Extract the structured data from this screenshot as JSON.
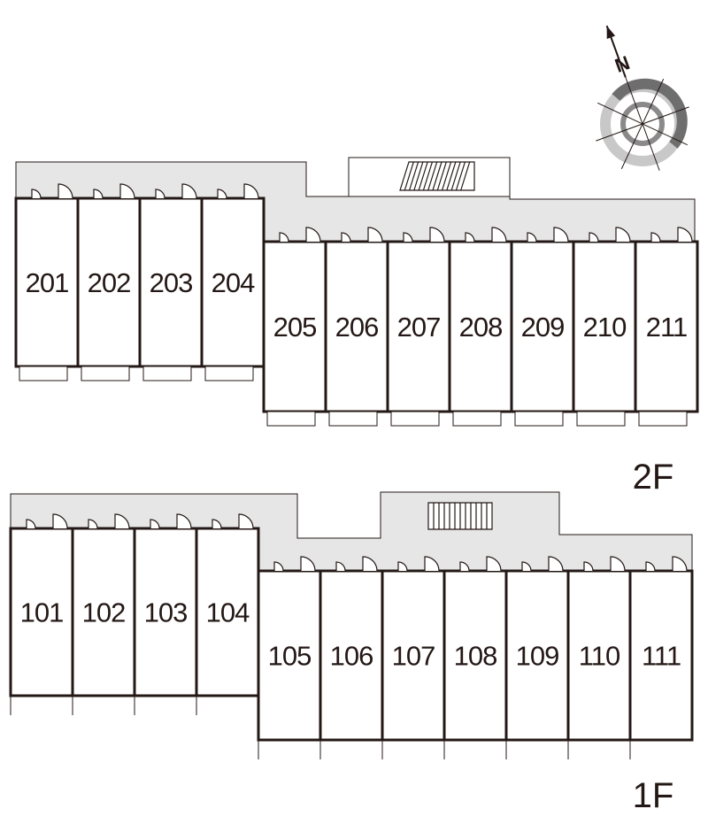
{
  "colors": {
    "wall": "#231815",
    "corridor": "#e6e6e6",
    "background": "#ffffff",
    "compass_outer_dark": "#6e6e6e",
    "compass_outer_light": "#c8c8c8",
    "compass_inner": "#8a8a8a"
  },
  "compass": {
    "label": "N",
    "icon": "north-arrow-icon"
  },
  "floors": [
    {
      "label": "2F",
      "units": [
        "201",
        "202",
        "203",
        "204",
        "205",
        "206",
        "207",
        "208",
        "209",
        "210",
        "211"
      ]
    },
    {
      "label": "1F",
      "units": [
        "101",
        "102",
        "103",
        "104",
        "105",
        "106",
        "107",
        "108",
        "109",
        "110",
        "111"
      ]
    }
  ]
}
